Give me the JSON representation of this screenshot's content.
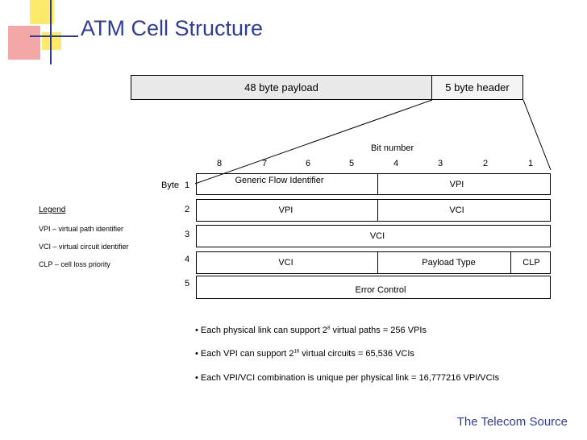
{
  "title": "ATM Cell Structure",
  "cell_bar": {
    "payload": "48 byte payload",
    "header": "5 byte header"
  },
  "bit_header": {
    "label": "Bit number",
    "bits": [
      "8",
      "7",
      "6",
      "5",
      "4",
      "3",
      "2",
      "1"
    ]
  },
  "byte_prefix": "Byte",
  "rows": [
    {
      "byte": "1",
      "cells": [
        "Generic Flow Identifier",
        "VPI"
      ]
    },
    {
      "byte": "2",
      "cells": [
        "VPI",
        "VCI"
      ]
    },
    {
      "byte": "3",
      "cells": [
        "VCI"
      ]
    },
    {
      "byte": "4",
      "cells": [
        "VCI",
        "Payload Type",
        "CLP"
      ]
    },
    {
      "byte": "5",
      "cells": [
        "Error Control"
      ]
    }
  ],
  "legend": {
    "title": "Legend",
    "items": [
      "VPI – virtual path identifier",
      "VCI – virtual circuit identifier",
      "CLP – cell loss priority"
    ]
  },
  "bullets": [
    {
      "pre": "• Each physical link can support 2",
      "sup": "8",
      "post": " virtual paths = 256 VPIs"
    },
    {
      "pre": "• Each VPI can support 2",
      "sup": "16",
      "post": " virtual circuits = 65,536 VCIs"
    },
    {
      "pre": "• Each VPI/VCI combination is unique per physical link = 16,777216 VPI/VCIs",
      "sup": "",
      "post": ""
    }
  ],
  "footer": "The Telecom Source",
  "colors": {
    "title": "#2f3c9a",
    "deco_yellow": "#fde96a",
    "deco_red": "#f2a4a4"
  }
}
